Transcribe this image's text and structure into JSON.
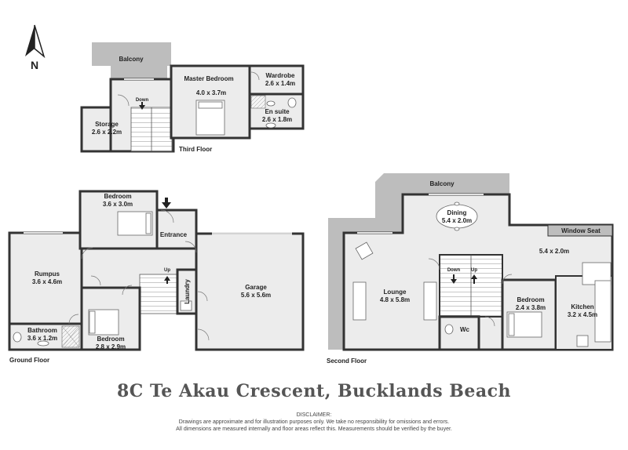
{
  "compass": {
    "label": "N"
  },
  "third_floor": {
    "label": "Third Floor",
    "rooms": {
      "balcony": {
        "name": "Balcony"
      },
      "master_bedroom": {
        "name": "Master Bedroom",
        "size": "4.0 x 3.7m"
      },
      "wardrobe": {
        "name": "Wardrobe",
        "size": "2.6 x 1.4m"
      },
      "en_suite": {
        "name": "En suite",
        "size": "2.6 x 1.8m"
      },
      "storage": {
        "name": "Storage",
        "size": "2.6 x 2.2m"
      }
    },
    "stairs_label": "Down"
  },
  "ground_floor": {
    "label": "Ground Floor",
    "rooms": {
      "bedroom_1": {
        "name": "Bedroom",
        "size": "3.6 x 3.0m"
      },
      "entrance": {
        "name": "Entrance"
      },
      "rumpus": {
        "name": "Rumpus",
        "size": "3.6 x 4.6m"
      },
      "laundry": {
        "name": "Laundry"
      },
      "garage": {
        "name": "Garage",
        "size": "5.6 x 5.6m"
      },
      "bathroom": {
        "name": "Bathroom",
        "size": "3.6 x 1.2m"
      },
      "bedroom_2": {
        "name": "Bedroom",
        "size": "2.8 x 2.9m"
      }
    },
    "stairs_label": "Up"
  },
  "second_floor": {
    "label": "Second Floor",
    "rooms": {
      "balcony": {
        "name": "Balcony"
      },
      "dining": {
        "name": "Dining",
        "size": "5.4 x 2.0m"
      },
      "window_seat": {
        "name": "Window Seat"
      },
      "living_area": {
        "size": "5.4 x 2.0m"
      },
      "lounge": {
        "name": "Lounge",
        "size": "4.8 x 5.8m"
      },
      "kitchen": {
        "name": "Kitchen",
        "size": "3.2 x 4.5m"
      },
      "bedroom": {
        "name": "Bedroom",
        "size": "2.4 x 3.8m"
      },
      "wc": {
        "name": "Wc"
      }
    },
    "stairs_down": "Down",
    "stairs_up": "Up"
  },
  "address": "8C Te Akau Crescent, Bucklands Beach",
  "disclaimer": {
    "heading": "DISCLAIMER:",
    "line1": "Drawings are approximate and for illustration purposes only. We take no responsibility for omissions and errors.",
    "line2": "All dimensions are measured internally and floor areas reflect this. Measurements should be verified by the buyer."
  }
}
